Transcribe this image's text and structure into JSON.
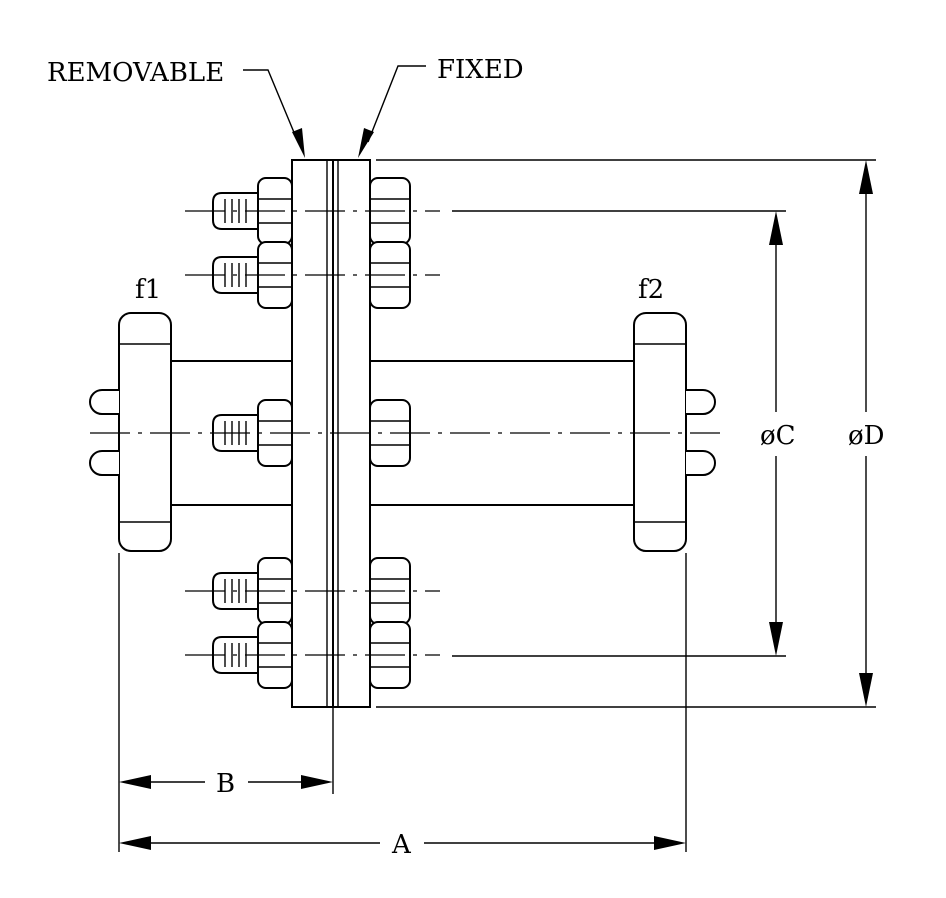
{
  "labels": {
    "removable": "REMOVABLE",
    "fixed": "FIXED",
    "f1": "f1",
    "f2": "f2",
    "phi_c": "øC",
    "phi_d": "øD",
    "dim_a": "A",
    "dim_b": "B"
  }
}
